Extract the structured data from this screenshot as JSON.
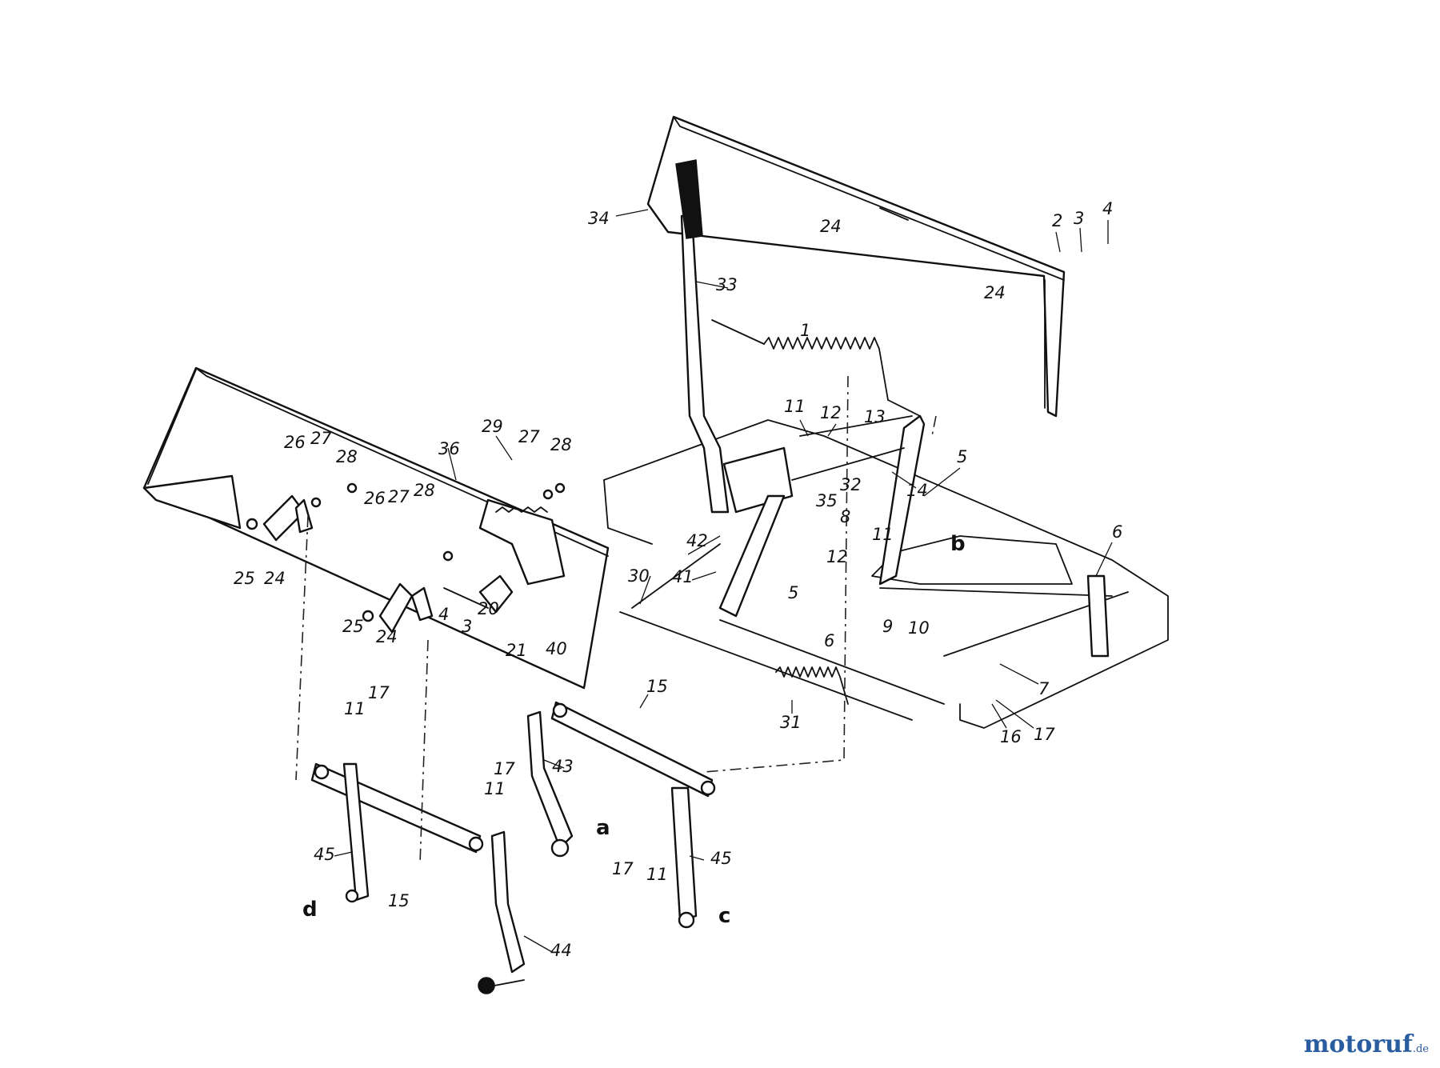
{
  "labels": {
    "p1": "1",
    "p2": "2",
    "p3": "3",
    "p4": "4",
    "p5a": "5",
    "p5b": "5",
    "p6a": "6",
    "p6b": "6",
    "p7": "7",
    "p8": "8",
    "p9": "9",
    "p10": "10",
    "p11a": "11",
    "p11b": "11",
    "p11c": "11",
    "p11d": "11",
    "p11e": "11",
    "p12a": "12",
    "p12b": "12",
    "p13": "13",
    "p14": "14",
    "p15a": "15",
    "p15b": "15",
    "p16": "16",
    "p17a": "17",
    "p17b": "17",
    "p17c": "17",
    "p17d": "17",
    "p20": "20",
    "p21": "21",
    "p24a": "24",
    "p24b": "24",
    "p24c": "24",
    "p24d": "24",
    "p25a": "25",
    "p25b": "25",
    "p26a": "26",
    "p26b": "26",
    "p27a": "27",
    "p27b": "27",
    "p27c": "27",
    "p28a": "28",
    "p28b": "28",
    "p28c": "28",
    "p29": "29",
    "p30": "30",
    "p31": "31",
    "p32": "32",
    "p33": "33",
    "p34": "34",
    "p35": "35",
    "p36": "36",
    "p40": "40",
    "p41": "41",
    "p42": "42",
    "p43": "43",
    "p44": "44",
    "p45a": "45",
    "p45b": "45",
    "p3b": "3",
    "p4b": "4",
    "la": "a",
    "lb": "b",
    "lc": "c",
    "ld": "d"
  },
  "watermark": {
    "brand": "motoruf",
    "suffix": ".de",
    "colors": [
      "#c0392b",
      "#2a5d9f",
      "#e67e22",
      "#27ae60"
    ]
  }
}
